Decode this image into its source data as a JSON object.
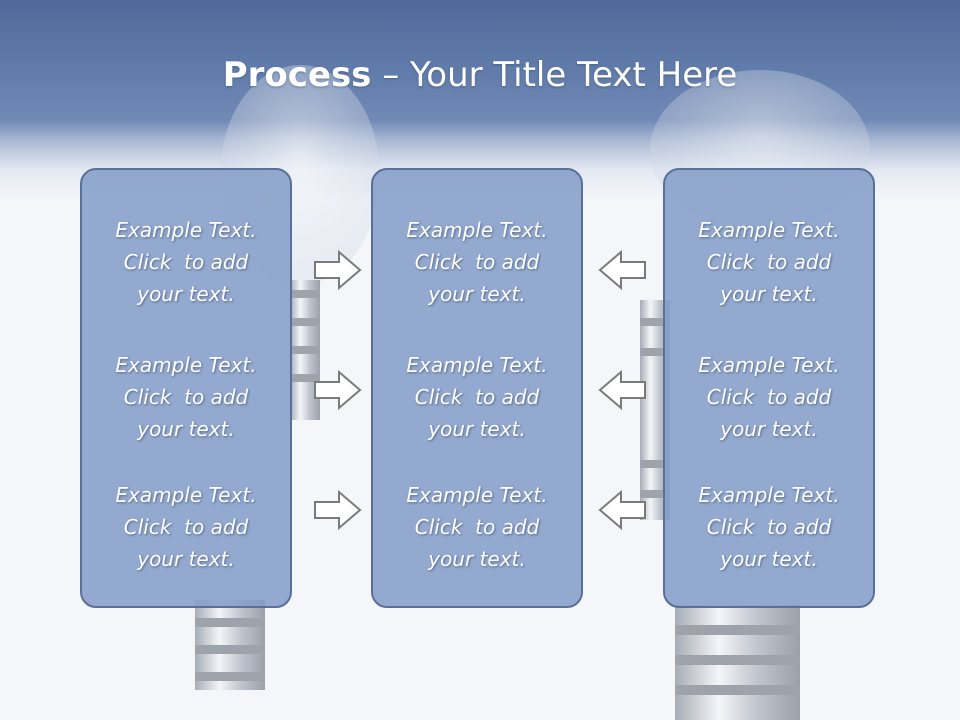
{
  "slide": {
    "title_bold": "Process",
    "title_rest": " – Your Title Text Here"
  },
  "panels": [
    {
      "blocks": [
        {
          "l1": "Example Text.",
          "l2": "Click  to add",
          "l3": "your text."
        },
        {
          "l1": "Example Text.",
          "l2": "Click  to add",
          "l3": "your text."
        },
        {
          "l1": "Example Text.",
          "l2": "Click  to add",
          "l3": "your text."
        }
      ]
    },
    {
      "blocks": [
        {
          "l1": "Example Text.",
          "l2": "Click  to add",
          "l3": "your text."
        },
        {
          "l1": "Example Text.",
          "l2": "Click  to add",
          "l3": "your text."
        },
        {
          "l1": "Example Text.",
          "l2": "Click  to add",
          "l3": "your text."
        }
      ]
    },
    {
      "blocks": [
        {
          "l1": "Example Text.",
          "l2": "Click  to add",
          "l3": "your text."
        },
        {
          "l1": "Example Text.",
          "l2": "Click  to add",
          "l3": "your text."
        },
        {
          "l1": "Example Text.",
          "l2": "Click  to add",
          "l3": "your text."
        }
      ]
    }
  ],
  "arrows": {
    "left_column": "right-arrow-icon",
    "right_column": "left-arrow-icon"
  },
  "colors": {
    "header": "#5e79a8",
    "panel_fill": "#859ec8",
    "panel_border": "#5a6f99",
    "arrow_fill": "#ffffff",
    "arrow_stroke": "#7a7a7a"
  }
}
